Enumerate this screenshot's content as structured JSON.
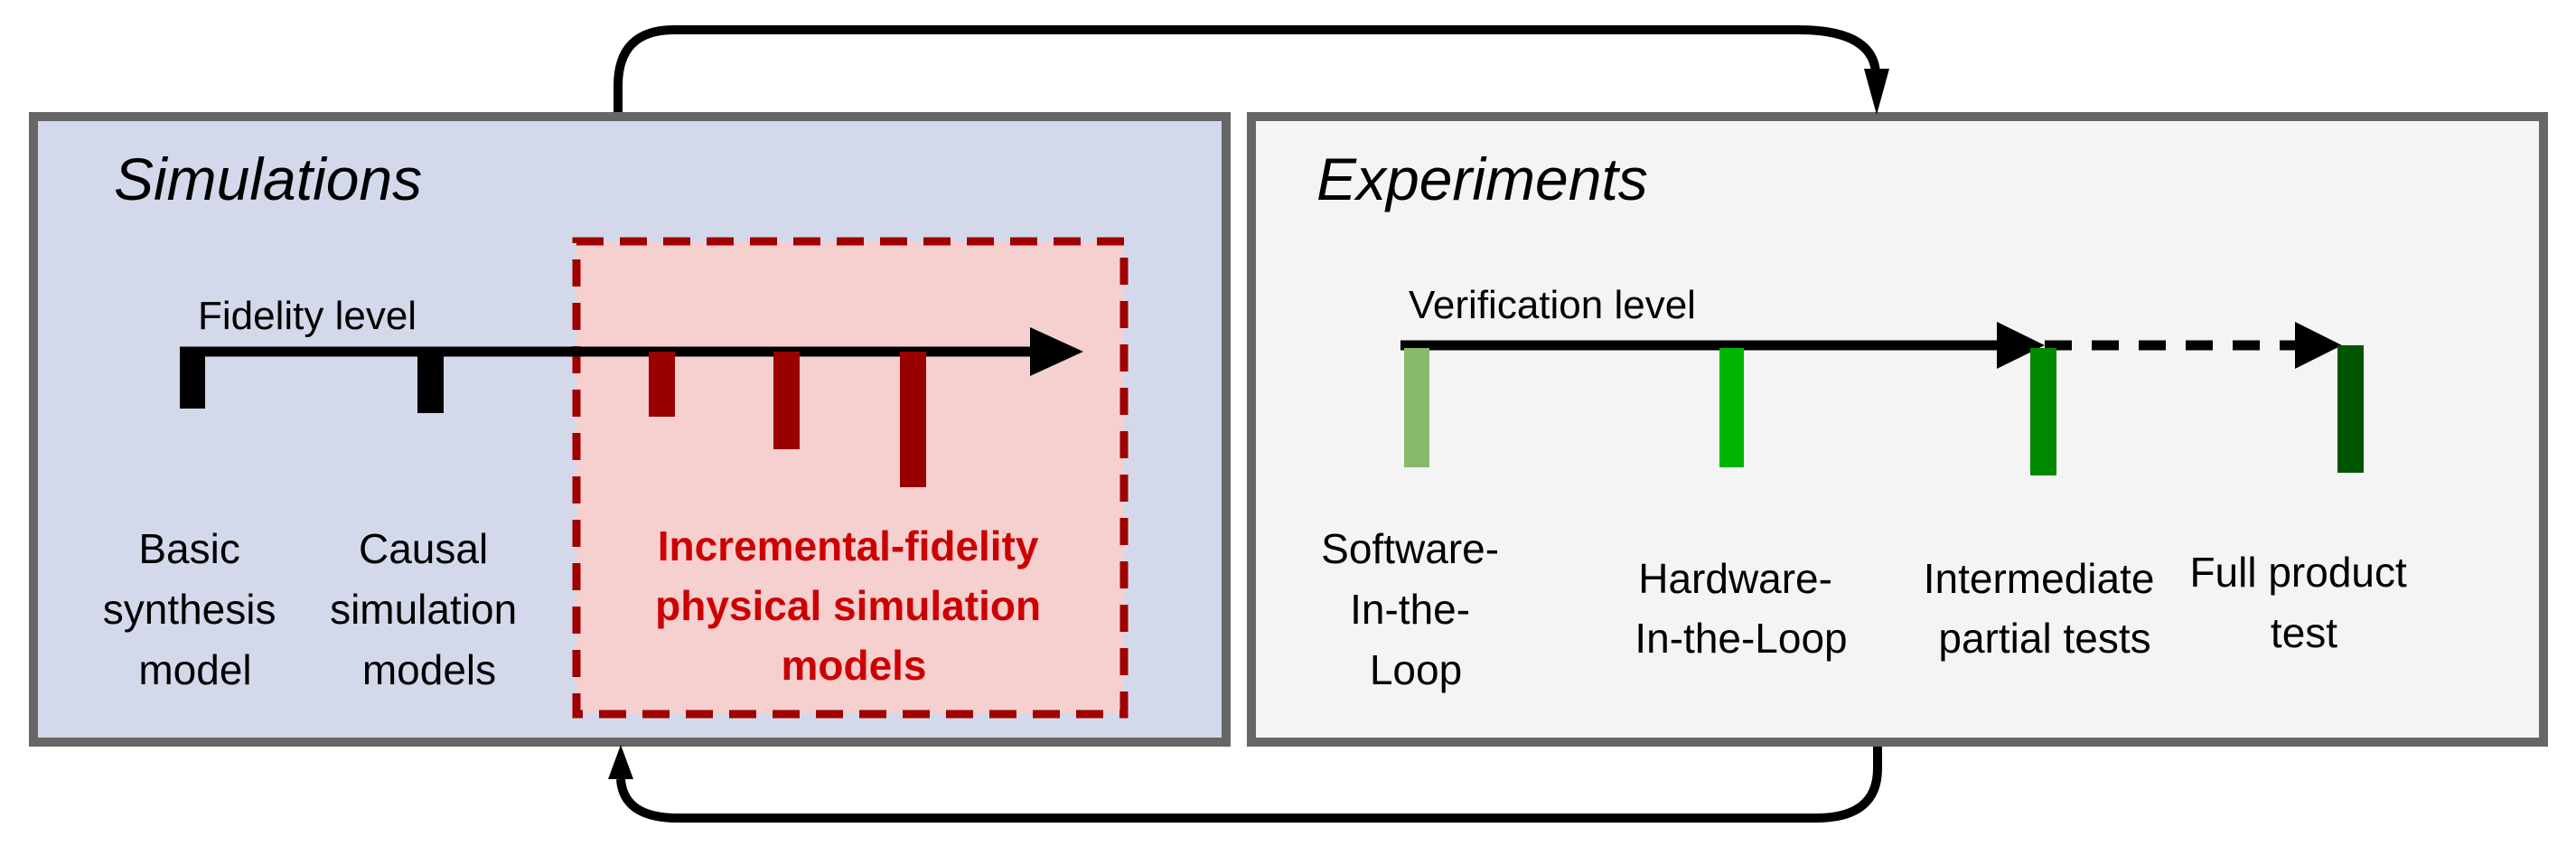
{
  "simulations": {
    "title": "Simulations",
    "axis_label": "Fidelity level",
    "items": [
      {
        "lines": [
          "Basic",
          "synthesis",
          "model"
        ]
      },
      {
        "lines": [
          "Causal",
          "simulation",
          "models"
        ]
      }
    ],
    "highlight": {
      "lines": [
        "Incremental-fidelity",
        "physical simulation",
        "models"
      ]
    }
  },
  "experiments": {
    "title": "Experiments",
    "axis_label": "Verification level",
    "items": [
      {
        "lines": [
          "Software-",
          "In-the-",
          "Loop"
        ],
        "color": "#88b86a"
      },
      {
        "lines": [
          "Hardware-",
          "In-the-Loop"
        ],
        "color": "#00b400"
      },
      {
        "lines": [
          "Intermediate",
          "partial tests"
        ],
        "color": "#008800"
      },
      {
        "lines": [
          "Full product",
          "test"
        ],
        "color": "#005500"
      }
    ]
  },
  "colors": {
    "simulation_bg": "#d3d9ea",
    "experiment_bg": "#f4f4f4",
    "border": "#666666",
    "highlight_red": "#990000",
    "highlight_fill": "#f6cfcf"
  }
}
